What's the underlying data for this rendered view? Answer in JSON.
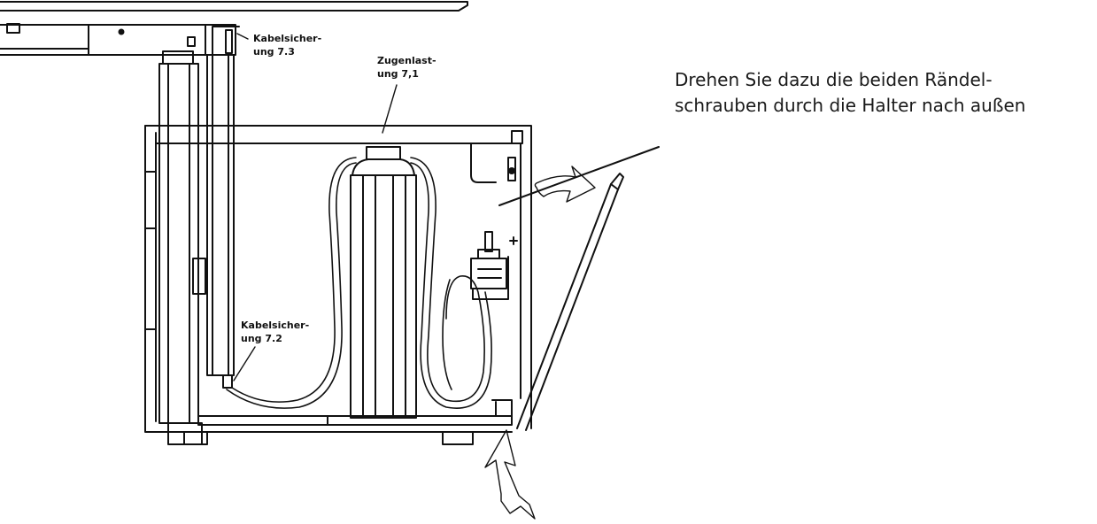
{
  "diagram": {
    "labels": {
      "cable_7_3": [
        "Kabelsicher-",
        "ung 7.3"
      ],
      "strain_7_1": [
        "Zugenlast-",
        "ung 7,1"
      ],
      "cable_7_2": [
        "Kabelsicher-",
        "ung 7.2"
      ]
    },
    "instruction": [
      "Drehen Sie dazu die beiden Rändel-",
      "schrauben durch die Halter nach außen"
    ]
  }
}
